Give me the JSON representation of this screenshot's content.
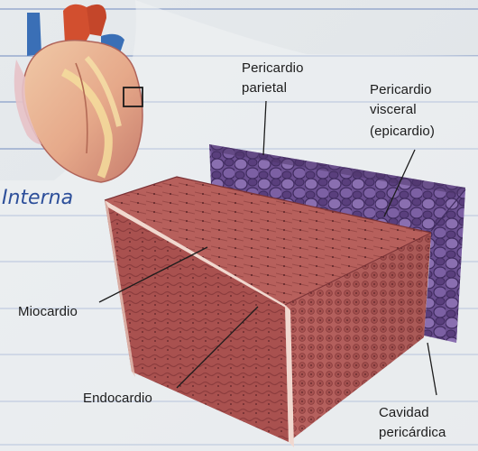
{
  "labels": {
    "pericardio_parietal": [
      "Pericardio",
      "parietal"
    ],
    "pericardio_visceral": [
      "Pericardio",
      "visceral",
      "(epicardio)"
    ],
    "miocardio": "Miocardio",
    "endocardio": "Endocardio",
    "cavidad_pericardica": [
      "Cavidad",
      "pericárdica"
    ]
  },
  "handwriting": "Interna",
  "colors": {
    "paper": "#e9ecee",
    "ruled_line": "#7f95c4",
    "myocardium": "#b2575a",
    "endocardium": "#f1d8cf",
    "pericardium": "#6a4f8f",
    "label_text": "#1c1c1c",
    "ink": "#2d4f9a"
  }
}
